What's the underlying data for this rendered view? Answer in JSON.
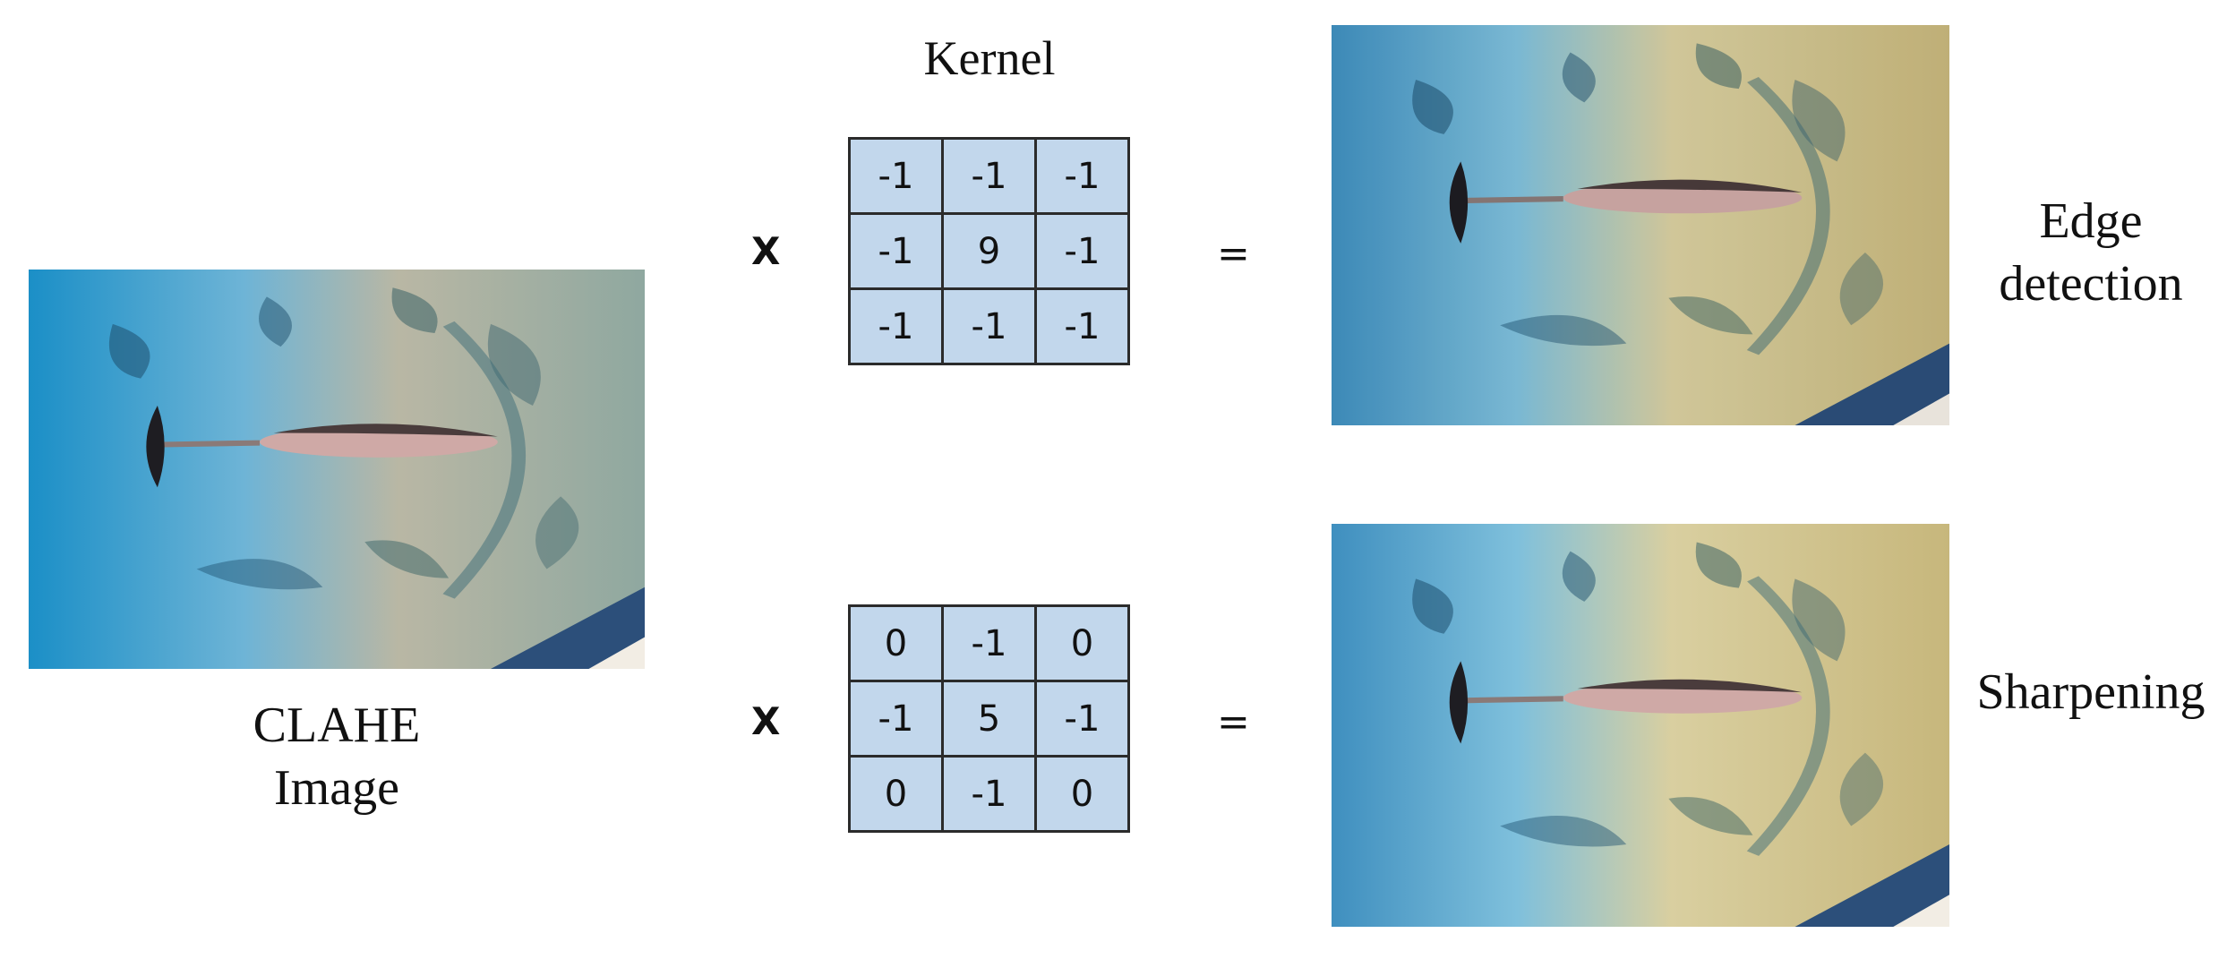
{
  "input": {
    "label_line1": "CLAHE",
    "label_line2": "Image"
  },
  "kernel_title": "Kernel",
  "operators": {
    "multiply": "X",
    "equals": "="
  },
  "rows": [
    {
      "name": "edge",
      "kernel": [
        [
          "-1",
          "-1",
          "-1"
        ],
        [
          "-1",
          "9",
          "-1"
        ],
        [
          "-1",
          "-1",
          "-1"
        ]
      ],
      "result_label_line1": "Edge",
      "result_label_line2": "detection"
    },
    {
      "name": "sharpen",
      "kernel": [
        [
          "0",
          "-1",
          "0"
        ],
        [
          "-1",
          "5",
          "-1"
        ],
        [
          "0",
          "-1",
          "0"
        ]
      ],
      "result_label_line1": "Sharpening",
      "result_label_line2": ""
    }
  ],
  "colors": {
    "kernel_cell": "#c2d7ec",
    "grid_line": "#2b2b2b",
    "water": "#2aa3d6",
    "sand": "#c9c3a3"
  }
}
